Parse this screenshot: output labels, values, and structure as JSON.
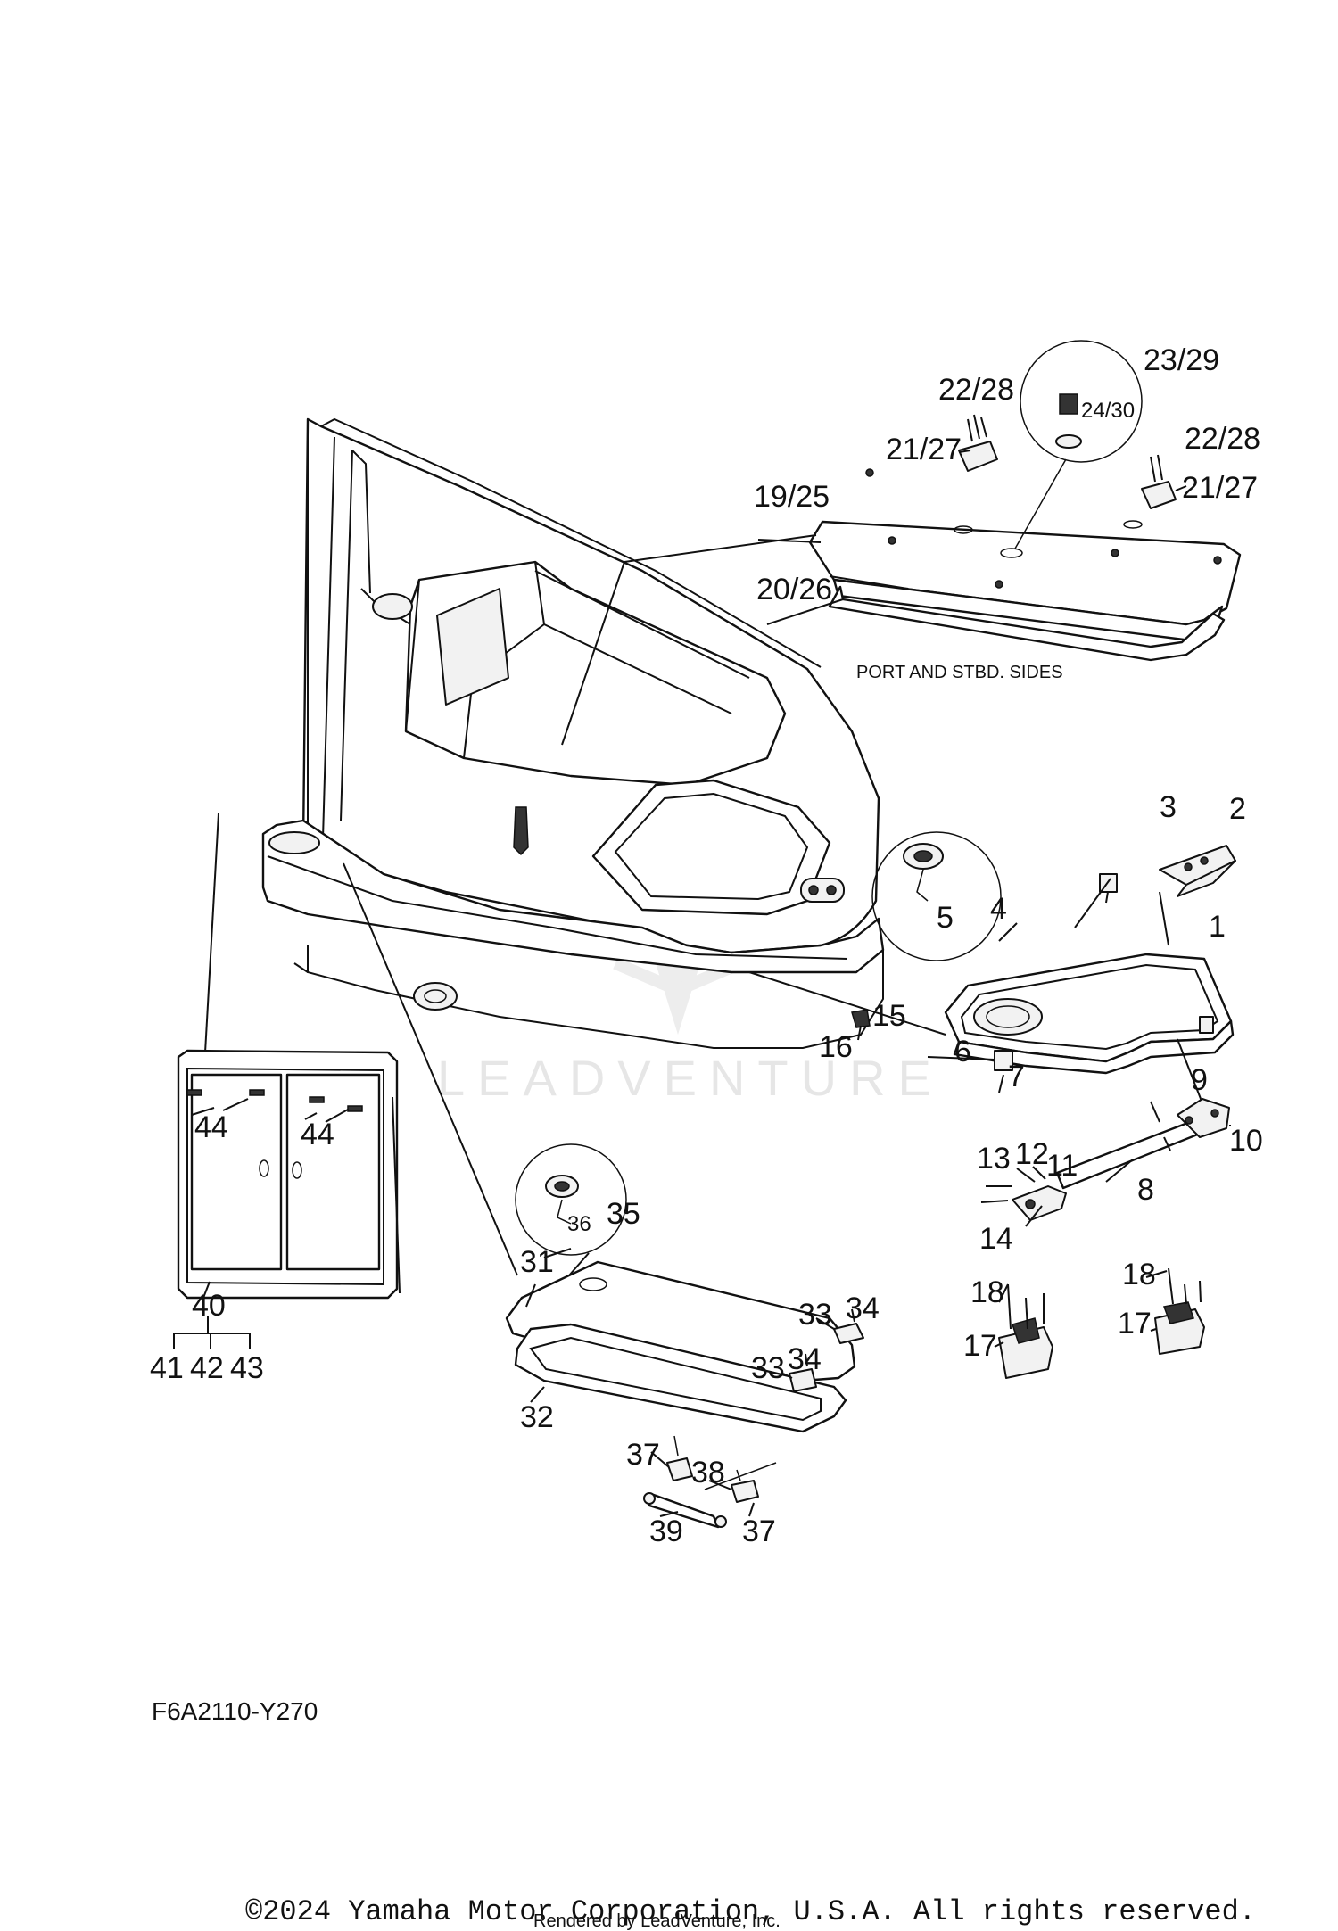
{
  "diagram": {
    "callouts": [
      {
        "id": "1",
        "text": "1"
      },
      {
        "id": "2",
        "text": "2"
      },
      {
        "id": "3",
        "text": "3"
      },
      {
        "id": "4",
        "text": "4"
      },
      {
        "id": "5",
        "text": "5"
      },
      {
        "id": "6",
        "text": "6"
      },
      {
        "id": "7",
        "text": "7"
      },
      {
        "id": "8",
        "text": "8"
      },
      {
        "id": "9",
        "text": "9"
      },
      {
        "id": "10",
        "text": "10"
      },
      {
        "id": "11",
        "text": "11"
      },
      {
        "id": "12",
        "text": "12"
      },
      {
        "id": "13",
        "text": "13"
      },
      {
        "id": "14",
        "text": "14"
      },
      {
        "id": "15",
        "text": "15"
      },
      {
        "id": "16",
        "text": "16"
      },
      {
        "id": "17a",
        "text": "17"
      },
      {
        "id": "17b",
        "text": "17"
      },
      {
        "id": "18a",
        "text": "18"
      },
      {
        "id": "18b",
        "text": "18"
      },
      {
        "id": "19-25",
        "text": "19/25"
      },
      {
        "id": "20-26",
        "text": "20/26"
      },
      {
        "id": "21-27a",
        "text": "21/27"
      },
      {
        "id": "21-27b",
        "text": "21/27"
      },
      {
        "id": "22-28a",
        "text": "22/28"
      },
      {
        "id": "22-28b",
        "text": "22/28"
      },
      {
        "id": "23-29",
        "text": "23/29"
      },
      {
        "id": "24-30",
        "text": "24/30"
      },
      {
        "id": "31",
        "text": "31"
      },
      {
        "id": "32",
        "text": "32"
      },
      {
        "id": "33a",
        "text": "33"
      },
      {
        "id": "33b",
        "text": "33"
      },
      {
        "id": "34a",
        "text": "34"
      },
      {
        "id": "34b",
        "text": "34"
      },
      {
        "id": "35",
        "text": "35"
      },
      {
        "id": "36",
        "text": "36"
      },
      {
        "id": "37a",
        "text": "37"
      },
      {
        "id": "37b",
        "text": "37"
      },
      {
        "id": "38",
        "text": "38"
      },
      {
        "id": "39",
        "text": "39"
      },
      {
        "id": "40",
        "text": "40"
      },
      {
        "id": "41",
        "text": "41"
      },
      {
        "id": "42",
        "text": "42"
      },
      {
        "id": "43",
        "text": "43"
      },
      {
        "id": "44a",
        "text": "44"
      },
      {
        "id": "44b",
        "text": "44"
      }
    ],
    "note": "PORT AND STBD. SIDES",
    "diagram_code": "F6A2110-Y270",
    "watermark": "LEADVENTURE",
    "copyright": "©2024 Yamaha Motor Corporation, U.S.A. All rights reserved.",
    "rendered_by": "Rendered by LeadVenture, Inc."
  }
}
